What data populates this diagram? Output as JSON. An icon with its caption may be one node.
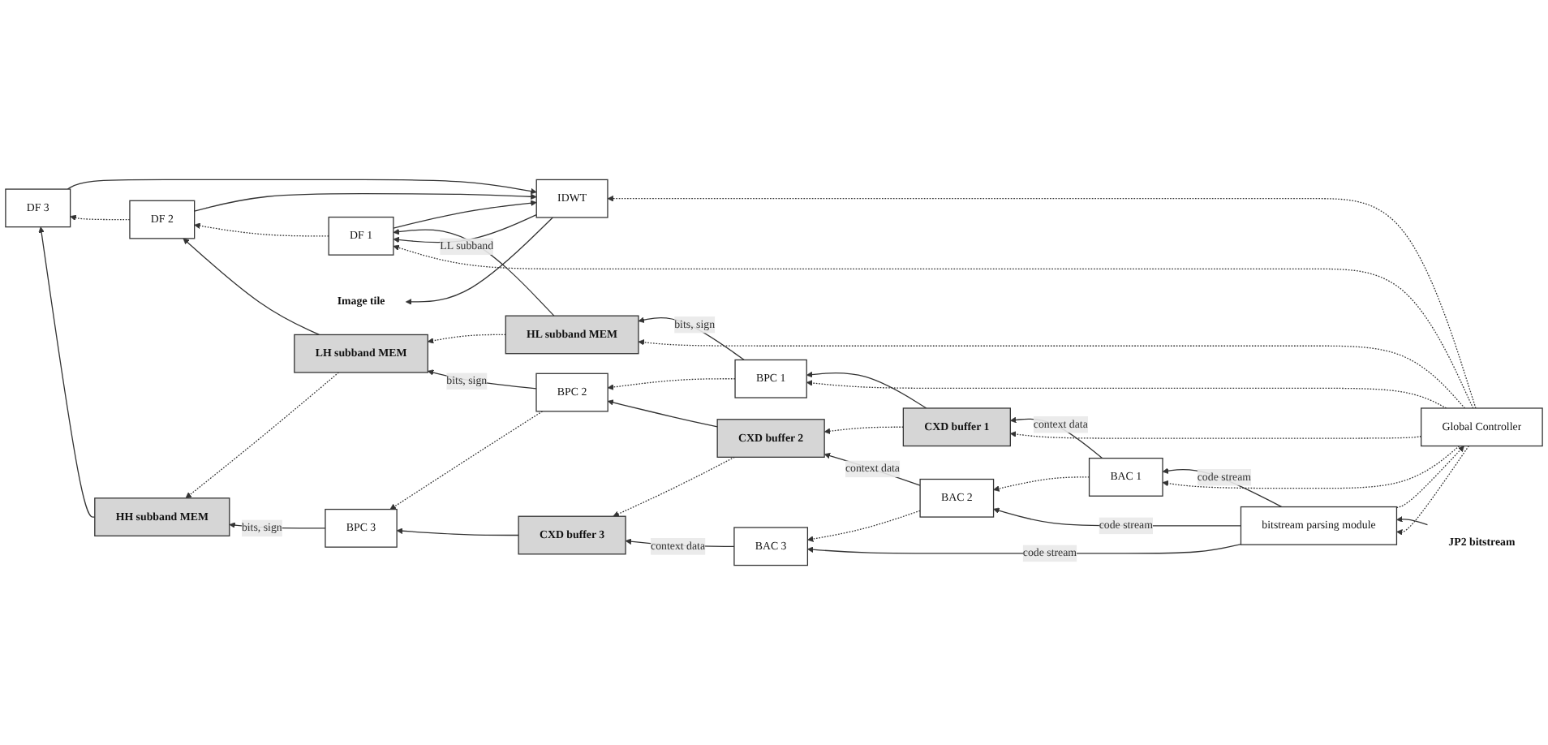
{
  "diagram": {
    "nodes": [
      {
        "text": [
          "Global Controller"
        ]
      },
      {
        "text": [
          "IDWT"
        ]
      },
      {
        "text": [
          "DF 1"
        ]
      },
      {
        "text": [
          "HL subband MEM"
        ]
      },
      {
        "text": [
          "BPC 1"
        ]
      },
      {
        "text": [
          "CXD buffer 1"
        ]
      },
      {
        "text": [
          "BAC 1"
        ]
      },
      {
        "text": [
          "DF 2"
        ]
      },
      {
        "text": [
          "LH subband MEM"
        ]
      },
      {
        "text": [
          "BPC 2"
        ]
      },
      {
        "text": [
          "CXD buffer 2"
        ]
      },
      {
        "text": [
          "BAC 2"
        ]
      },
      {
        "text": [
          "DF 3"
        ]
      },
      {
        "text": [
          "HH subband MEM"
        ]
      },
      {
        "text": [
          "BPC 3"
        ]
      },
      {
        "text": [
          "CXD buffer 3"
        ]
      },
      {
        "text": [
          "BAC 3"
        ]
      },
      {
        "text": [
          "bitstream parsing module"
        ]
      },
      {
        "text": [
          "Image tile"
        ]
      },
      {
        "text": [
          "JP2 bitstream"
        ]
      }
    ],
    "edges": [
      {
        "from": 0,
        "to": 1,
        "arrow": "to",
        "style": "dashed"
      },
      {
        "from": 0,
        "to": 2,
        "arrow": "to",
        "style": "dashed"
      },
      {
        "from": 0,
        "to": 3,
        "arrow": "to",
        "style": "dashed"
      },
      {
        "from": 0,
        "to": 4,
        "arrow": "to",
        "style": "dashed"
      },
      {
        "from": 0,
        "to": 5,
        "arrow": "to",
        "style": "dashed"
      },
      {
        "from": 0,
        "to": 6,
        "arrow": "to",
        "style": "dashed"
      },
      {
        "from": 17,
        "to": 0,
        "arrow": "to",
        "style": "dashed"
      },
      {
        "from": 0,
        "to": 17,
        "arrow": "to",
        "style": "dashed"
      },
      {
        "from": 1,
        "to": 2,
        "arrow": "to",
        "label": "LL subband"
      },
      {
        "from": 1,
        "to": 18,
        "arrow": "to"
      },
      {
        "from": 2,
        "to": 1,
        "arrow": "to"
      },
      {
        "from": 3,
        "to": 2,
        "arrow": "to"
      },
      {
        "from": 4,
        "to": 3,
        "arrow": "to",
        "label": "bits, sign"
      },
      {
        "from": 5,
        "to": 4,
        "arrow": "to"
      },
      {
        "from": 6,
        "to": 5,
        "arrow": "to",
        "label": "context data"
      },
      {
        "from": 17,
        "to": 6,
        "arrow": "to",
        "label": "code stream"
      },
      {
        "from": 7,
        "to": 1,
        "arrow": "to"
      },
      {
        "from": 8,
        "to": 7,
        "arrow": "to"
      },
      {
        "from": 9,
        "to": 8,
        "arrow": "to",
        "label": "bits, sign"
      },
      {
        "from": 10,
        "to": 9,
        "arrow": "to"
      },
      {
        "from": 11,
        "to": 10,
        "arrow": "to",
        "label": "context data"
      },
      {
        "from": 17,
        "to": 11,
        "arrow": "to",
        "label": "code stream"
      },
      {
        "from": 12,
        "to": 1,
        "arrow": "to"
      },
      {
        "from": 13,
        "to": 12,
        "arrow": "to"
      },
      {
        "from": 14,
        "to": 13,
        "arrow": "to",
        "label": "bits, sign"
      },
      {
        "from": 15,
        "to": 14,
        "arrow": "to"
      },
      {
        "from": 16,
        "to": 15,
        "arrow": "to",
        "label": "context data"
      },
      {
        "from": 17,
        "to": 16,
        "arrow": "to",
        "label": "code stream"
      },
      {
        "from": 2,
        "to": 7,
        "arrow": "to",
        "style": "dashed"
      },
      {
        "from": 7,
        "to": 12,
        "arrow": "to",
        "style": "dashed"
      },
      {
        "from": 3,
        "to": 8,
        "arrow": "to",
        "style": "dashed"
      },
      {
        "from": 8,
        "to": 13,
        "arrow": "to",
        "style": "dashed"
      },
      {
        "from": 4,
        "to": 9,
        "arrow": "to",
        "style": "dashed"
      },
      {
        "from": 9,
        "to": 14,
        "arrow": "to",
        "style": "dashed"
      },
      {
        "from": 5,
        "to": 10,
        "arrow": "to",
        "style": "dashed"
      },
      {
        "from": 10,
        "to": 15,
        "arrow": "to",
        "style": "dashed"
      },
      {
        "from": 6,
        "to": 11,
        "arrow": "to",
        "style": "dashed"
      },
      {
        "from": 11,
        "to": 16,
        "arrow": "to",
        "style": "dashed"
      },
      {
        "from": 19,
        "to": 17,
        "arrow": "to"
      }
    ]
  }
}
